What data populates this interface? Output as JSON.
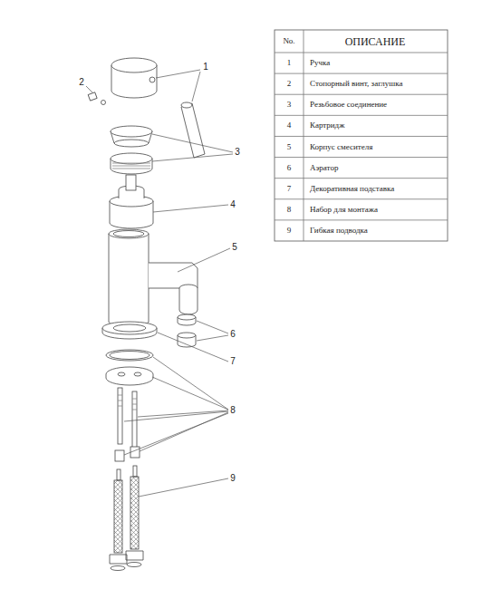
{
  "diagram": {
    "labels": [
      "No.",
      "ОПИСАНИЕ",
      "1",
      "Ручка",
      "2",
      "Стопорный винт, заглушка",
      "3",
      "Резьбовое соединение",
      "4",
      "Картридж",
      "5",
      "Корпус смесителя",
      "6",
      "Аэратор",
      "7",
      "Декоративная подставка",
      "8",
      "Набор для монтажа",
      "9",
      "Гибкая подводка",
      "1",
      "2",
      "3",
      "4",
      "5",
      "6",
      "7",
      "8",
      "9"
    ]
  }
}
